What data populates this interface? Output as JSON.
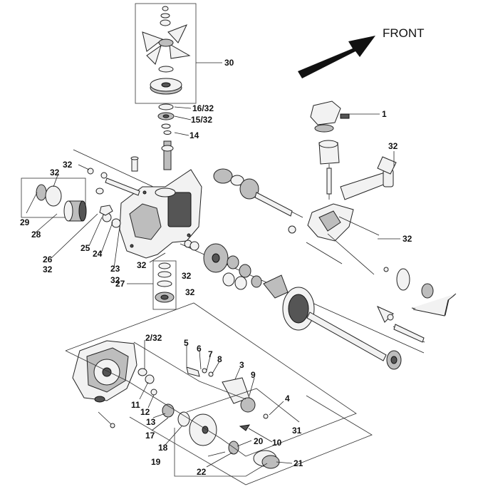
{
  "direction_label": "FRONT",
  "callouts": [
    "30",
    "16/32",
    "15/32",
    "14",
    "1",
    "32",
    "32",
    "29",
    "28",
    "26",
    "32",
    "32",
    "25",
    "24",
    "23",
    "32",
    "32",
    "27",
    "32",
    "32",
    "32",
    "2/32",
    "5",
    "6",
    "7",
    "8",
    "3",
    "9",
    "4",
    "11",
    "12",
    "13",
    "17",
    "18",
    "19",
    "20",
    "10",
    "31",
    "22",
    "21"
  ]
}
